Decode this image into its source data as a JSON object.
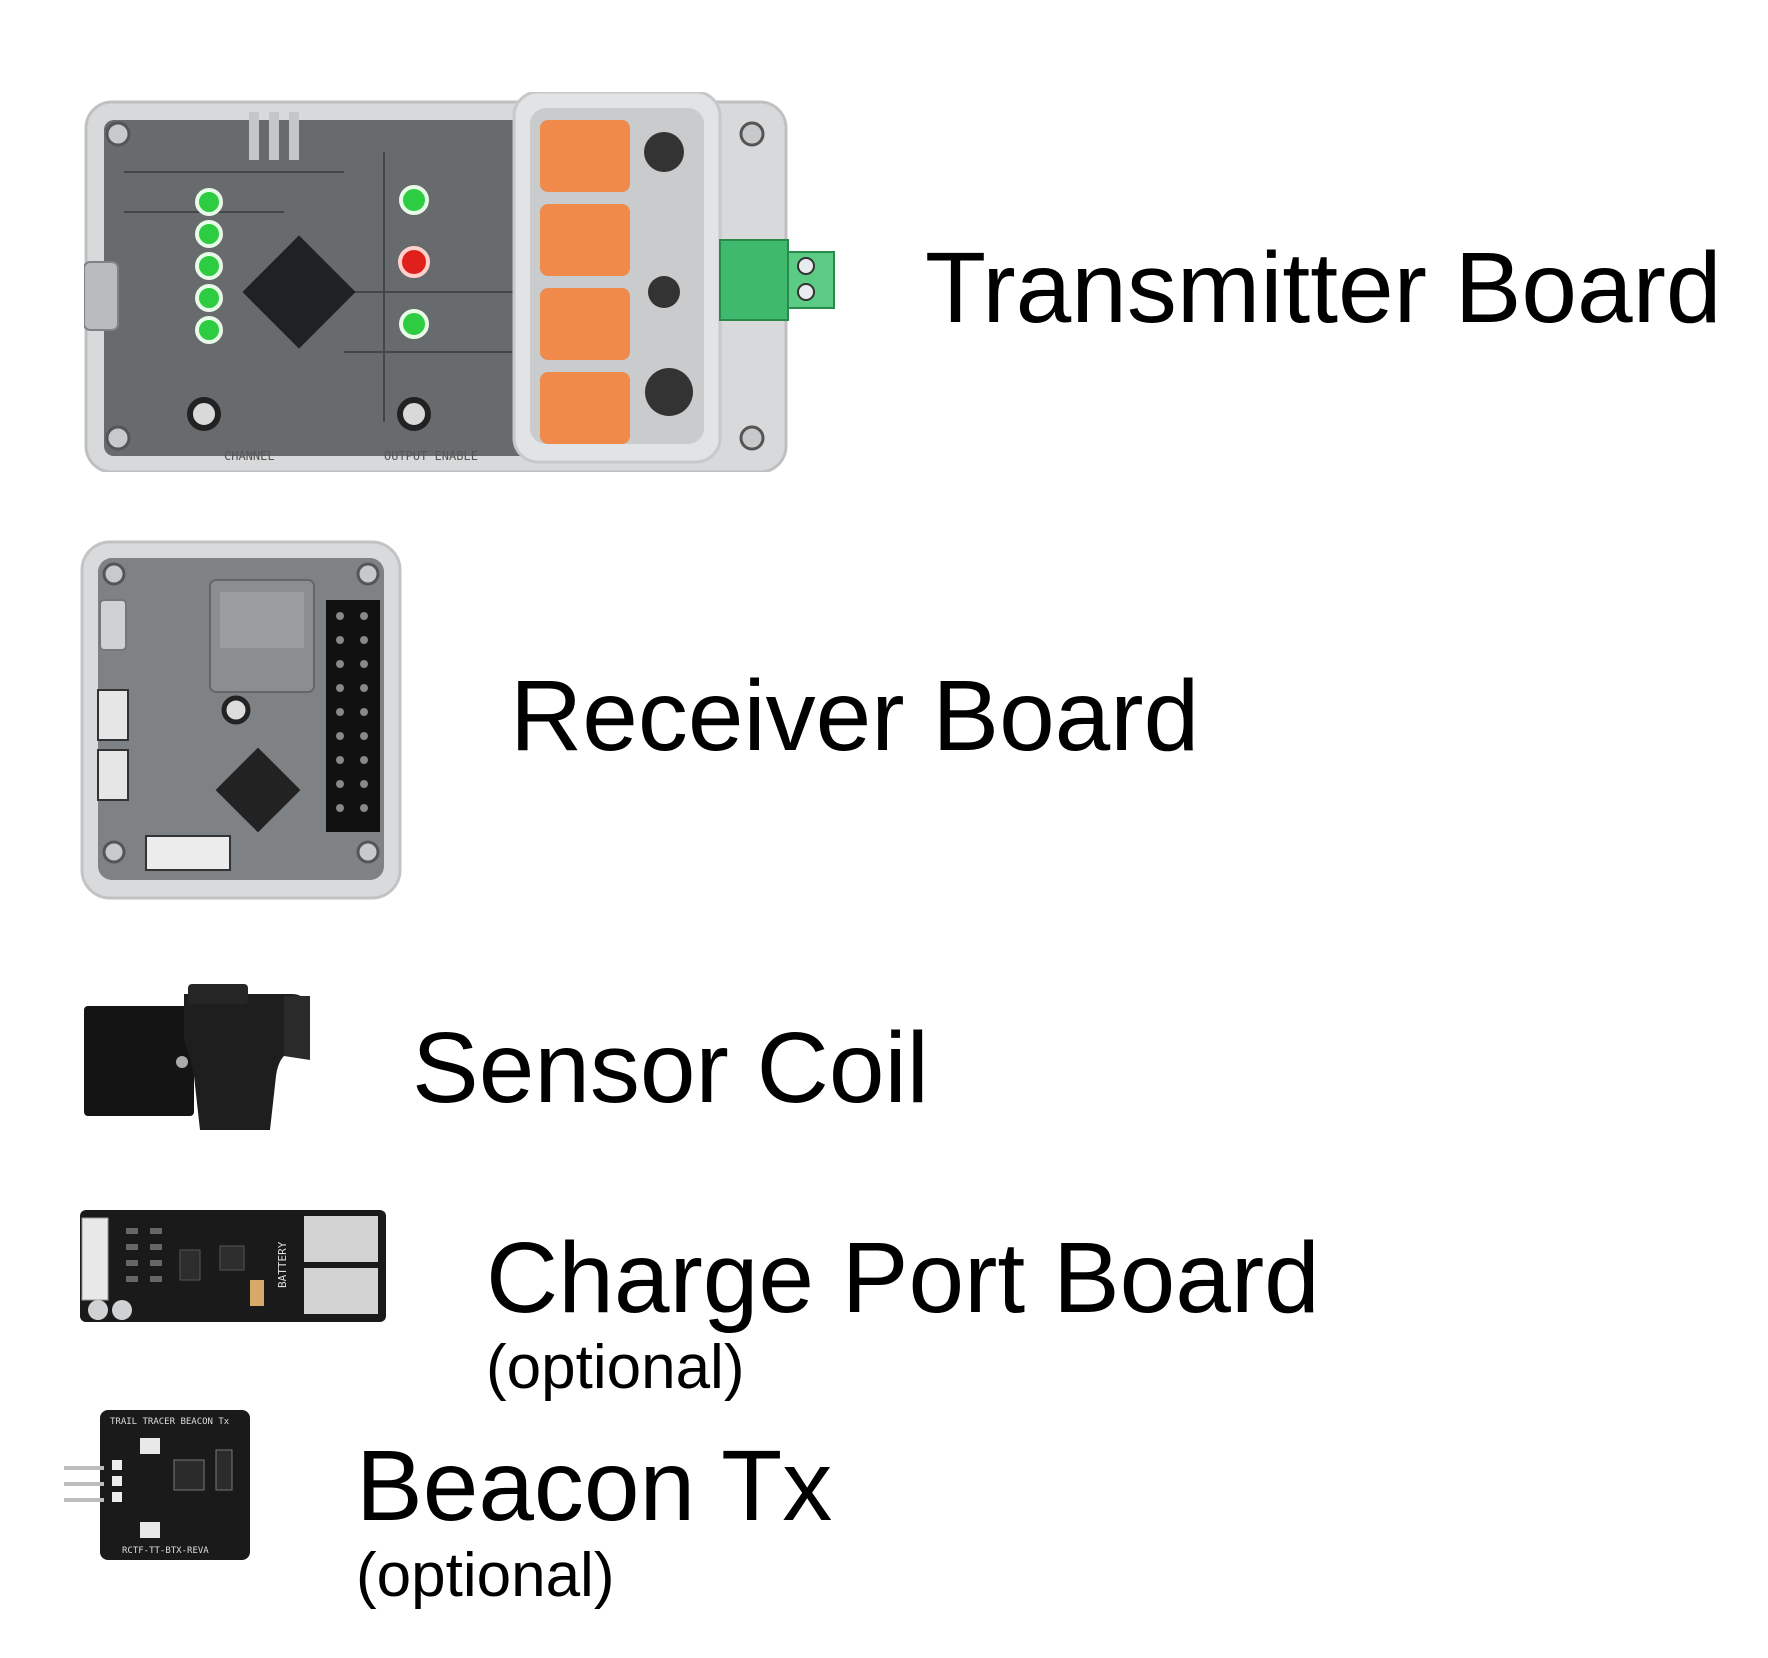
{
  "items": [
    {
      "id": "transmitter",
      "label": "Transmitter Board",
      "note": ""
    },
    {
      "id": "receiver",
      "label": "Receiver Board",
      "note": ""
    },
    {
      "id": "coil",
      "label": "Sensor Coil",
      "note": ""
    },
    {
      "id": "charge",
      "label": "Charge Port Board",
      "note": "(optional)"
    },
    {
      "id": "beacon",
      "label": "Beacon Tx",
      "note": "(optional)"
    }
  ],
  "silkscreen": {
    "transmitter_channel": "CHANNEL",
    "transmitter_output": "OUTPUT ENABLE",
    "charge_battery": "BATTERY",
    "beacon_title": "TRAIL TRACER BEACON Tx",
    "beacon_part": "RCTF-TT-BTX-REVA"
  },
  "colors": {
    "led_green": "#2ecc40",
    "led_red": "#e0201a",
    "relay_orange": "#f08a4b",
    "terminal_green": "#3fb96b",
    "pcb_dark": "#1a1a1a"
  }
}
